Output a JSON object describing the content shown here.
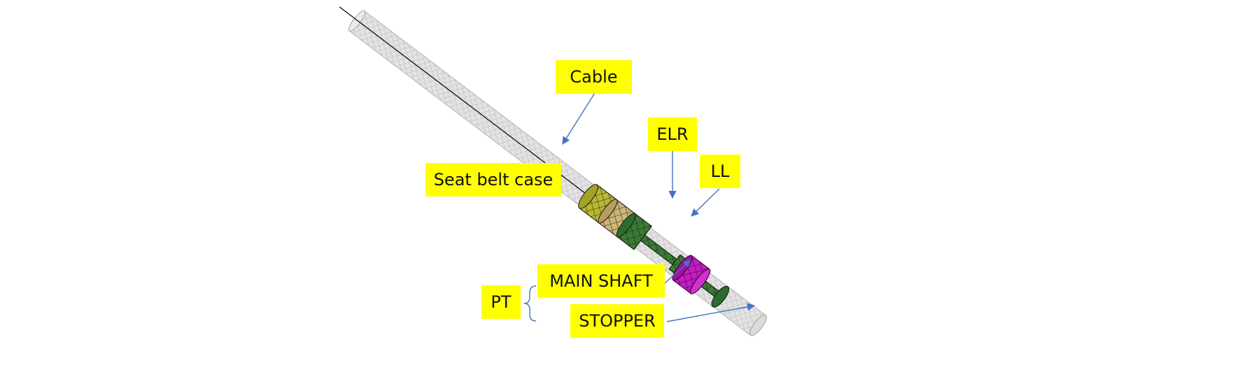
{
  "labels": {
    "cable": "Cable",
    "elr": "ELR",
    "ll": "LL",
    "seat_belt_case": "Seat belt case",
    "main_shaft": "MAIN SHAFT",
    "stopper": "STOPPER",
    "pt": "PT"
  },
  "colors": {
    "label_background": "#ffff00",
    "arrow": "#4472c4",
    "tube_fill": "#d9d9d9",
    "tube_mesh": "#a6a6a6",
    "elr": "#b8b832",
    "ll": "#c8b070",
    "pt_shaft": "#2e6b2e",
    "stopper": "#c000c0",
    "cable": "#000000"
  }
}
